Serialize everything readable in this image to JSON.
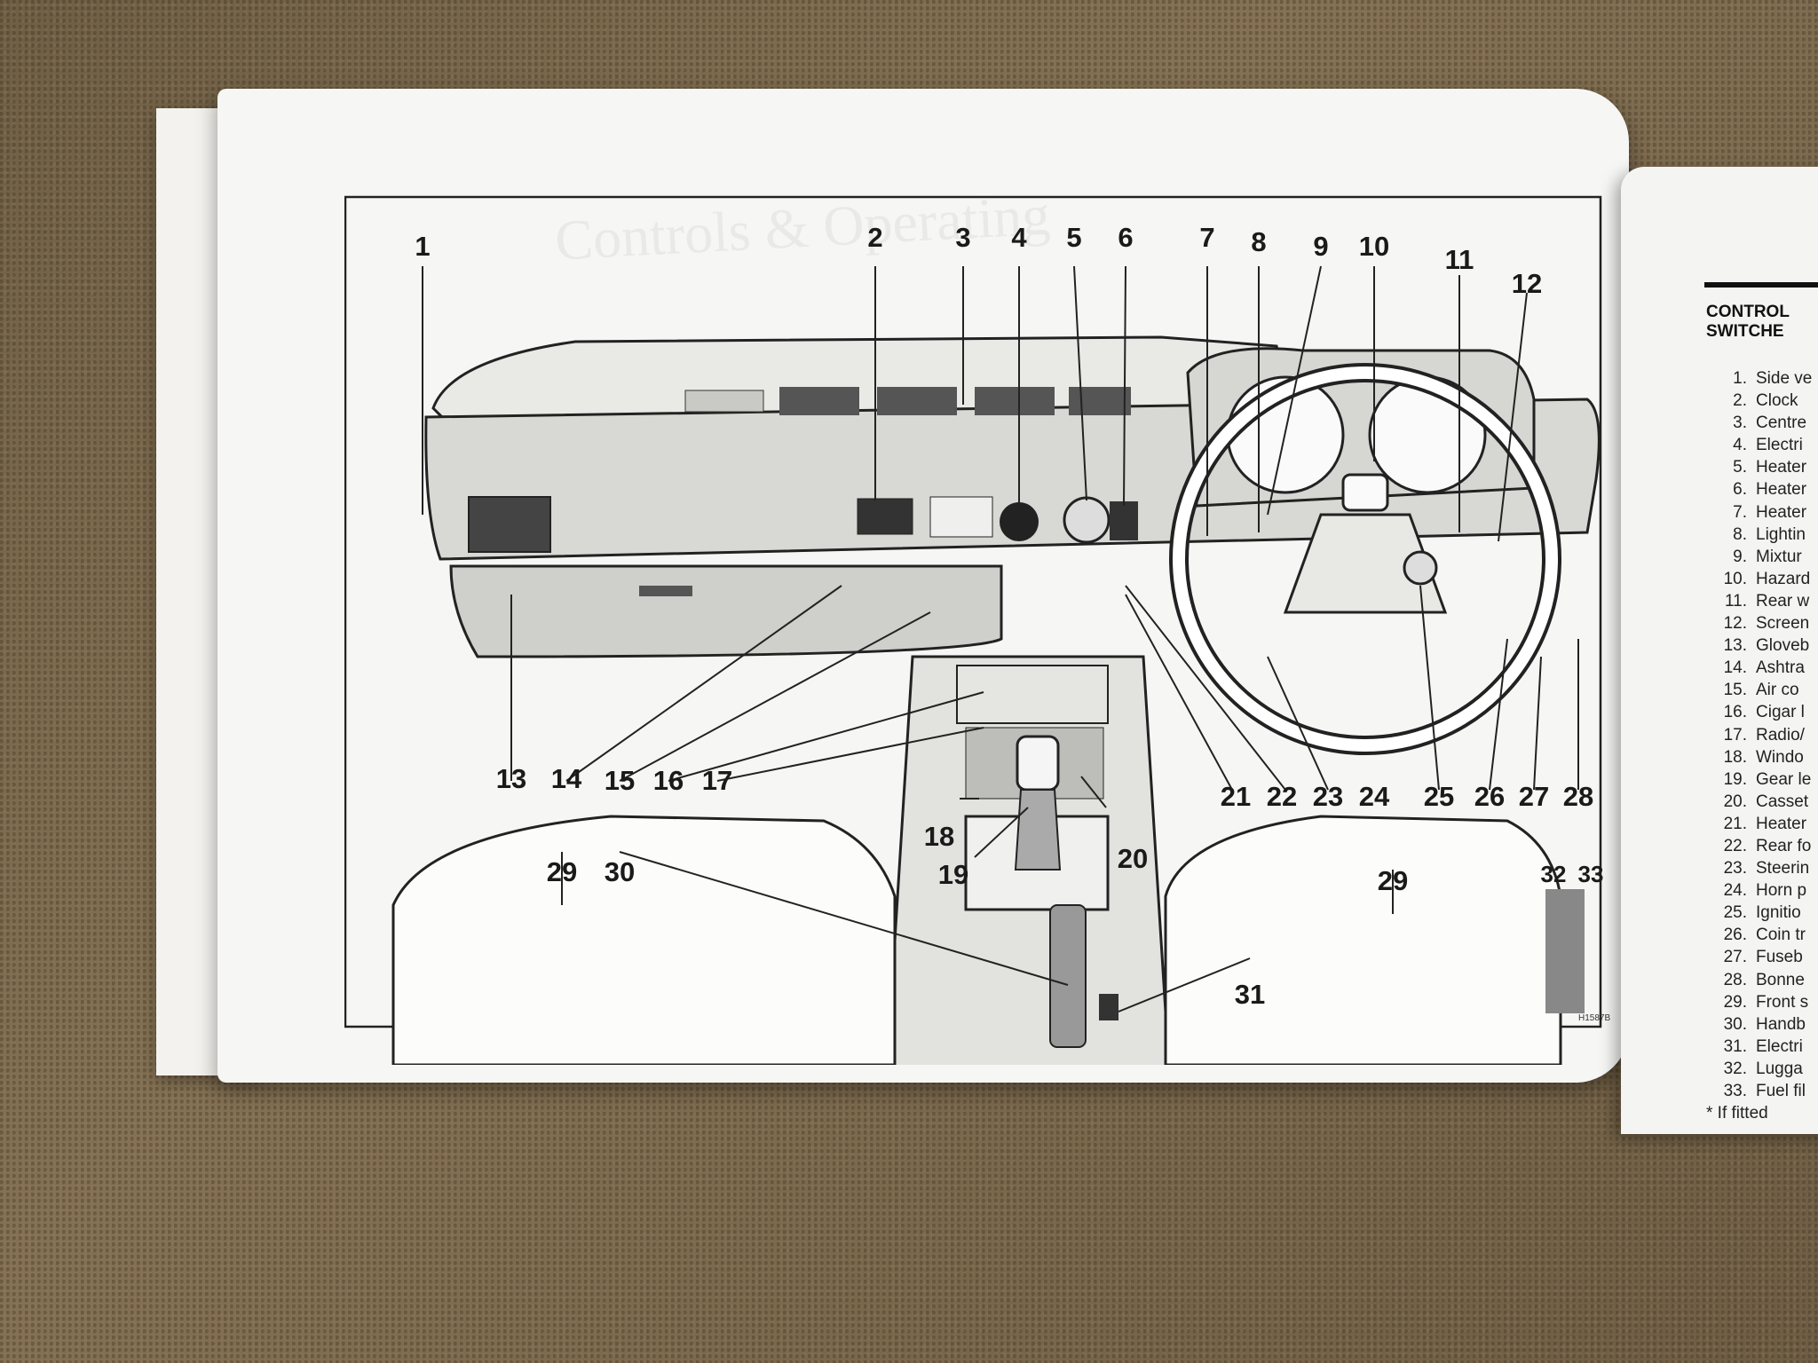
{
  "page_heading_ghost": "Controls & Operating",
  "diagram_ref": "H1587B",
  "labels": [
    "1",
    "2",
    "3",
    "4",
    "5",
    "6",
    "7",
    "8",
    "9",
    "10",
    "11",
    "12",
    "13",
    "14",
    "15",
    "16",
    "17",
    "18",
    "19",
    "20",
    "21",
    "22",
    "23",
    "24",
    "25",
    "26",
    "27",
    "28",
    "29",
    "30",
    "31",
    "32",
    "33",
    "29"
  ],
  "right_page": {
    "heading_line1": "CONTROL",
    "heading_line2": "SWITCHE",
    "legend": [
      {
        "num": "1.",
        "text": "Side ve"
      },
      {
        "num": "2.",
        "text": "Clock"
      },
      {
        "num": "3.",
        "text": "Centre"
      },
      {
        "num": "4.",
        "text": "Electri"
      },
      {
        "num": "5.",
        "text": "Heater"
      },
      {
        "num": "6.",
        "text": "Heater"
      },
      {
        "num": "7.",
        "text": "Heater"
      },
      {
        "num": "8.",
        "text": "Lightin"
      },
      {
        "num": "9.",
        "text": "Mixtur"
      },
      {
        "num": "10.",
        "text": "Hazard"
      },
      {
        "num": "11.",
        "text": "Rear w"
      },
      {
        "num": "12.",
        "text": "Screen"
      },
      {
        "num": "13.",
        "text": "Gloveb"
      },
      {
        "num": "14.",
        "text": "Ashtra"
      },
      {
        "num": "15.",
        "text": "Air co"
      },
      {
        "num": "16.",
        "text": "Cigar l"
      },
      {
        "num": "17.",
        "text": "Radio/"
      },
      {
        "num": "18.",
        "text": "Windo"
      },
      {
        "num": "19.",
        "text": "Gear le"
      },
      {
        "num": "20.",
        "text": "Casset"
      },
      {
        "num": "21.",
        "text": "Heater"
      },
      {
        "num": "22.",
        "text": "Rear fo"
      },
      {
        "num": "23.",
        "text": "Steerin"
      },
      {
        "num": "24.",
        "text": "Horn p"
      },
      {
        "num": "25.",
        "text": "Ignitio"
      },
      {
        "num": "26.",
        "text": "Coin tr"
      },
      {
        "num": "27.",
        "text": "Fuseb"
      },
      {
        "num": "28.",
        "text": "Bonne"
      },
      {
        "num": "29.",
        "text": "Front s"
      },
      {
        "num": "30.",
        "text": "Handb"
      },
      {
        "num": "31.",
        "text": "Electri"
      },
      {
        "num": "32.",
        "text": "Lugga"
      },
      {
        "num": "33.",
        "text": "Fuel fil"
      }
    ],
    "footnote": "* If fitted"
  }
}
